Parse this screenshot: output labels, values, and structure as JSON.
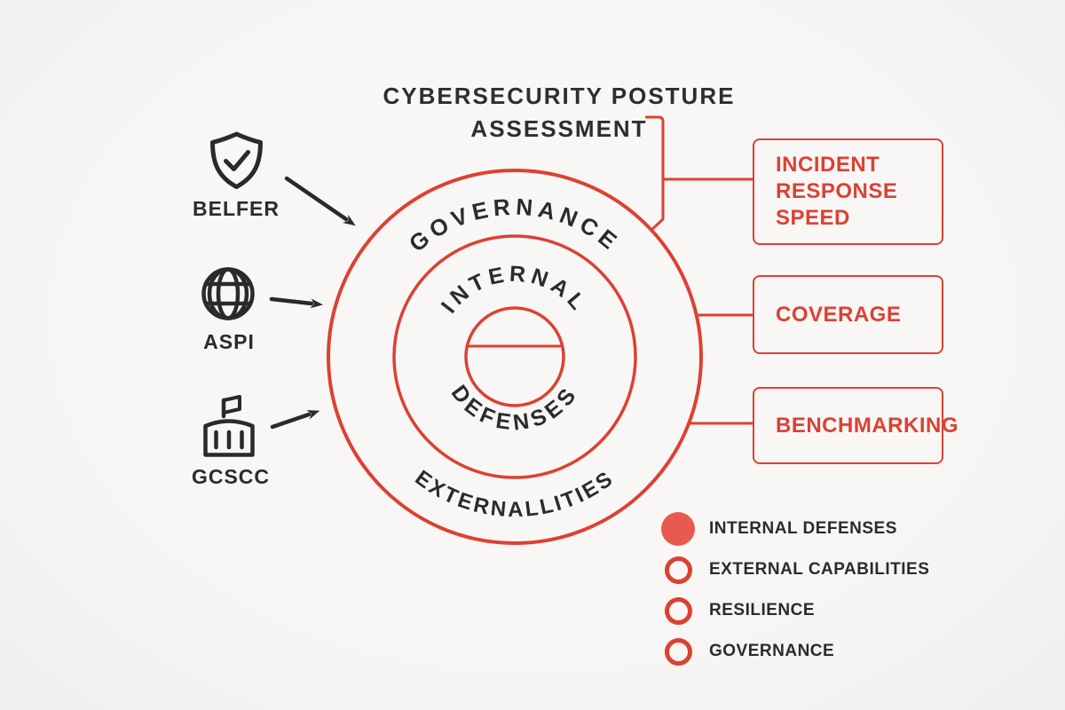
{
  "title": {
    "line1": "CYBERSECURITY POSTURE",
    "line2": "ASSESSMENT"
  },
  "sources": [
    {
      "label": "BELFER",
      "icon": "shield-check-icon"
    },
    {
      "label": "ASPI",
      "icon": "globe-icon"
    },
    {
      "label": "GCSCC",
      "icon": "institution-icon"
    }
  ],
  "diagram": {
    "ring_labels": {
      "outer_top": "GOVERNANCE",
      "middle_top": "INTERNAL",
      "middle_bottom": "DEFENSES",
      "outer_bottom": "EXTERNALLITIES"
    }
  },
  "callouts": [
    {
      "label": "INCIDENT RESPONSE SPEED"
    },
    {
      "label": "COVERAGE"
    },
    {
      "label": "BENCHMARKING"
    }
  ],
  "legend": {
    "items": [
      {
        "label": "INTERNAL DEFENSES",
        "filled": true
      },
      {
        "label": "EXTERNAL CAPABILITIES",
        "filled": false
      },
      {
        "label": "RESILIENCE",
        "filled": false
      },
      {
        "label": "GOVERNANCE",
        "filled": false
      }
    ]
  },
  "colors": {
    "accent_red": "#dc4132",
    "accent_red_fill": "#e85a4e",
    "ink": "#2b2b2b",
    "background": "#f6f5f4"
  }
}
